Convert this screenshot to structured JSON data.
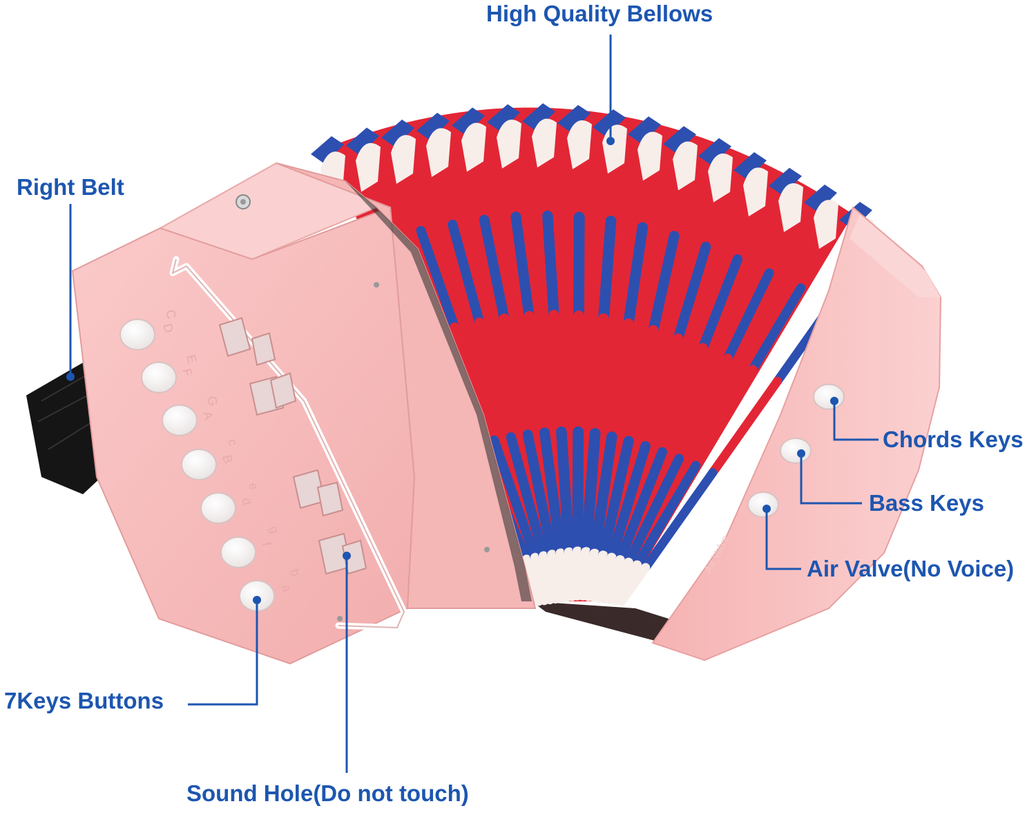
{
  "labels": {
    "bellows": "High Quality Bellows",
    "right_belt": "Right Belt",
    "chords_keys": "Chords Keys",
    "bass_keys": "Bass Keys",
    "air_valve": "Air Valve(No Voice)",
    "keys_buttons": "7Keys Buttons",
    "sound_hole": "Sound Hole(Do not touch)"
  },
  "panel_text": {
    "air_valve_engraving": "Air Valve",
    "note_letters": [
      "C",
      "D",
      "E",
      "F",
      "G",
      "A",
      "c",
      "B",
      "e",
      "d",
      "g",
      "f",
      "b",
      "a"
    ]
  },
  "colors": {
    "callout_blue": "#1d56b0",
    "body_pink": "#f8bcbc",
    "body_pink_dark": "#eda2a2",
    "bellows_red": "#e32635",
    "bellows_blue": "#2d4fb0",
    "bellows_white": "#f7eeea",
    "strap_black": "#151515"
  }
}
